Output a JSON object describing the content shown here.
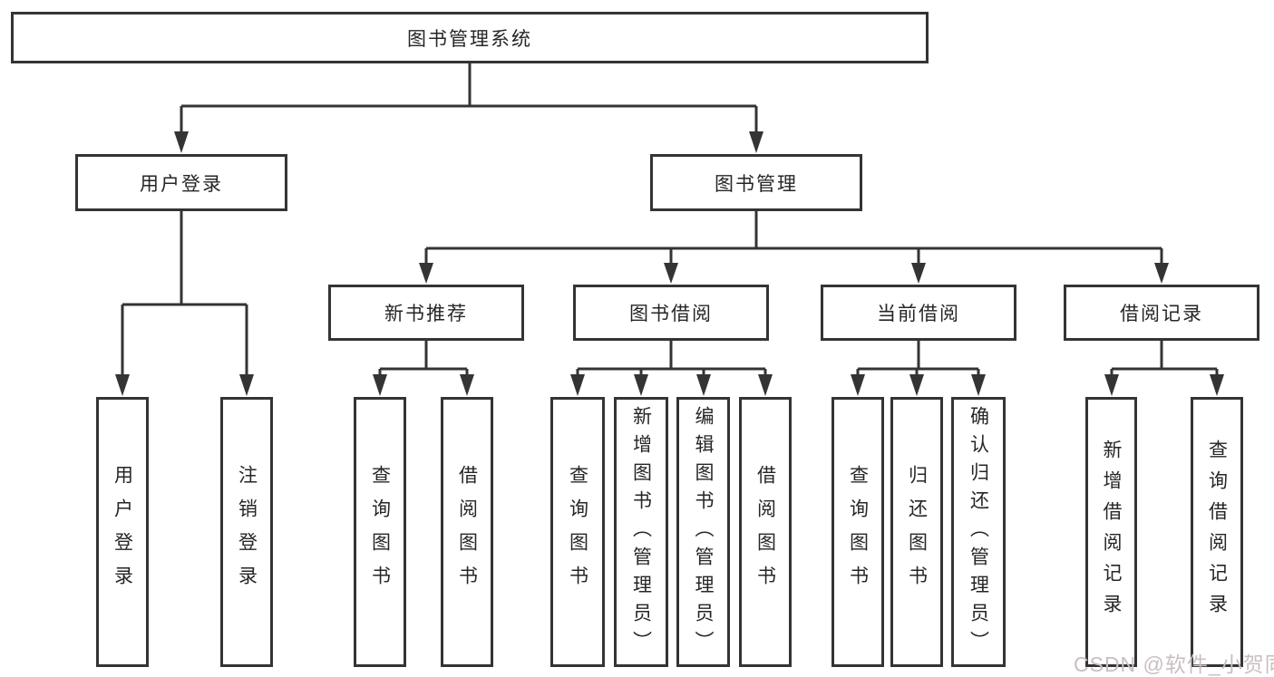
{
  "tree": {
    "root": {
      "label": "图书管理系统"
    },
    "children": [
      {
        "label": "用户登录",
        "children": [
          {
            "label": "用户登录"
          },
          {
            "label": "注销登录"
          }
        ]
      },
      {
        "label": "图书管理",
        "children": [
          {
            "label": "新书推荐",
            "children": [
              {
                "label": "查询图书"
              },
              {
                "label": "借阅图书"
              }
            ]
          },
          {
            "label": "图书借阅",
            "children": [
              {
                "label": "查询图书"
              },
              {
                "label": "新增图书（管理员）"
              },
              {
                "label": "编辑图书（管理员）"
              },
              {
                "label": "借阅图书"
              }
            ]
          },
          {
            "label": "当前借阅",
            "children": [
              {
                "label": "查询图书"
              },
              {
                "label": "归还图书"
              },
              {
                "label": "确认归还（管理员）"
              }
            ]
          },
          {
            "label": "借阅记录",
            "children": [
              {
                "label": "新增借阅记录"
              },
              {
                "label": "查询借阅记录"
              }
            ]
          }
        ]
      }
    ]
  },
  "watermark": {
    "text": "CSDN @软件_小贺同学"
  },
  "colors": {
    "line": "#343434",
    "text": "#262626",
    "watermark": "#c9bfc0",
    "background": "#ffffff"
  }
}
